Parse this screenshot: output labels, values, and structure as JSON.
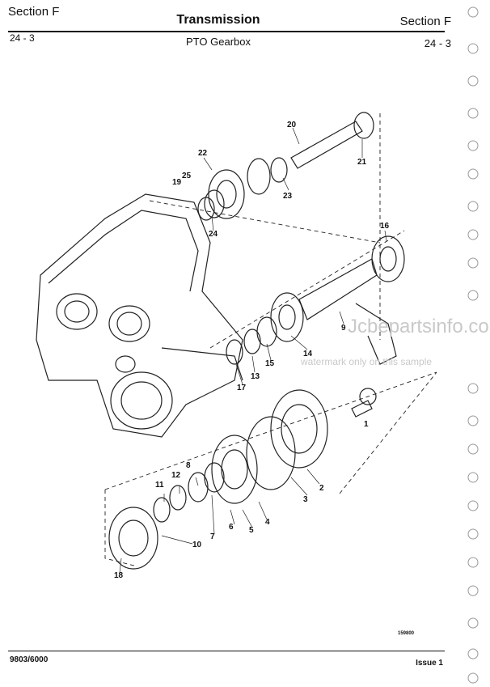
{
  "header": {
    "section_left": "Section F",
    "section_right": "Section F",
    "title": "Transmission",
    "subtitle": "PTO Gearbox",
    "page_left": "24 - 3",
    "page_right": "24 - 3"
  },
  "footer": {
    "code": "9803/6000",
    "issue": "Issue 1"
  },
  "figure": {
    "figure_number": "159800",
    "callouts": [
      "20",
      "21",
      "22",
      "25",
      "19",
      "23",
      "24",
      "16",
      "9",
      "14",
      "15",
      "13",
      "17",
      "1",
      "2",
      "3",
      "4",
      "5",
      "6",
      "7",
      "8",
      "12",
      "11",
      "10",
      "18"
    ]
  },
  "watermark": {
    "main": "Jcbepartsinfo.com",
    "sub": "watermark only on this sample"
  }
}
